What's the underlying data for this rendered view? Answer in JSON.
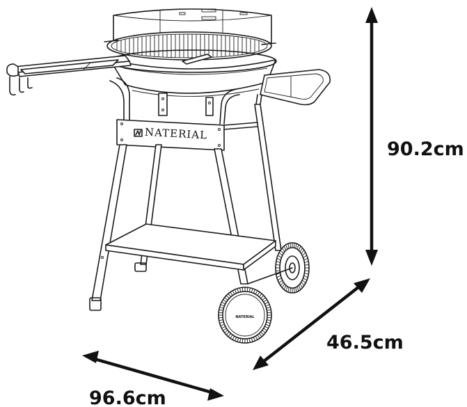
{
  "product": {
    "brand_label": "NATERIAL",
    "wheel_brand_label": "NATERIAL"
  },
  "dimensions": {
    "height": "90.2cm",
    "depth": "46.5cm",
    "width": "96.6cm"
  }
}
